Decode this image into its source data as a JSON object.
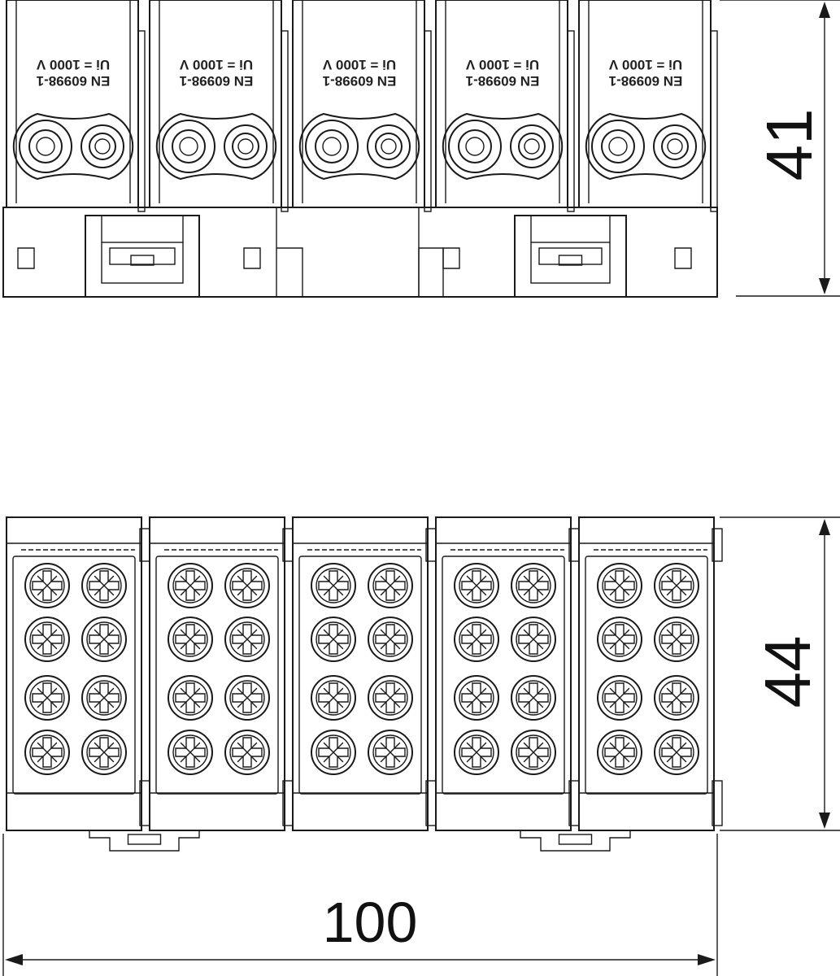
{
  "colors": {
    "line": "#1a1a1a",
    "background": "#ffffff"
  },
  "dimensions": {
    "height_top": "41",
    "height_bottom": "44",
    "width": "100"
  },
  "module_marking": {
    "standard": "EN 60998-1",
    "voltage": "Ui = 1000 V"
  },
  "module_count": 5,
  "screws_per_module": 8,
  "icons": {
    "screw": "screw-head-icon",
    "terminal": "terminal-hole-icon",
    "arrow": "dimension-arrow-icon"
  }
}
